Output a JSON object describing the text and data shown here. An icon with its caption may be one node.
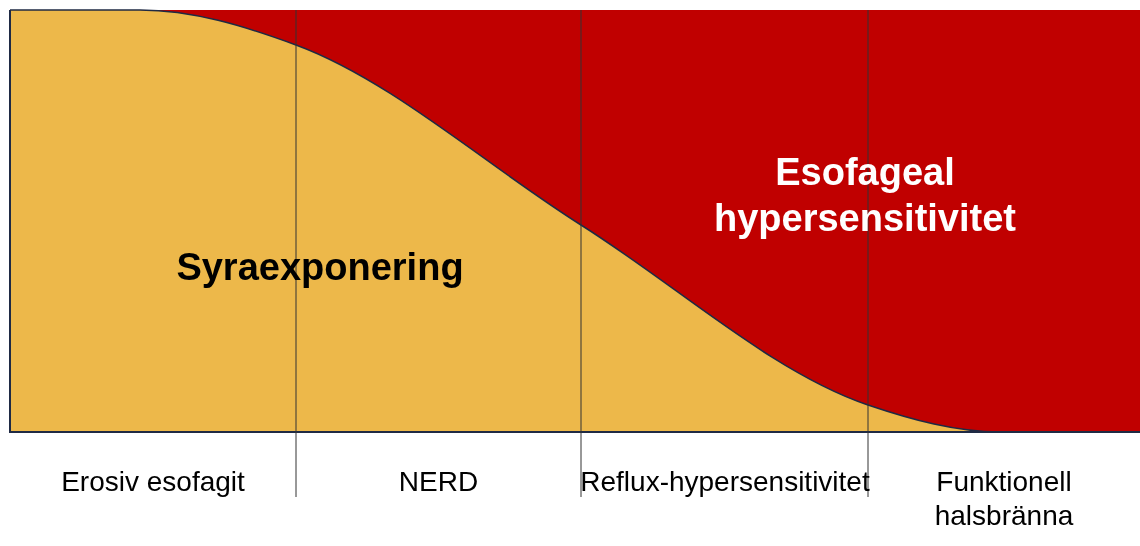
{
  "diagram": {
    "labels": [
      "Syraexponering",
      "Esofageal hypersensitivitet",
      "Erosiv esofagit",
      "NERD",
      "Reflux-hypersensitivitet",
      "Funktionell halsbränna"
    ]
  }
}
